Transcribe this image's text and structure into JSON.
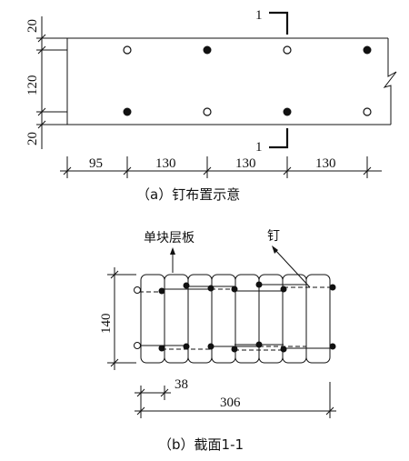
{
  "figure_a": {
    "caption": "（a）钉布置示意",
    "section_mark": "1",
    "horizontal_dims": [
      "95",
      "130",
      "130",
      "130"
    ],
    "vertical_dims": [
      "20",
      "120",
      "20"
    ]
  },
  "figure_b": {
    "caption": "（b）截面1-1",
    "label_plank": "单块层板",
    "label_nail": "钉",
    "height_dim": "140",
    "plank_width_dim": "38",
    "total_width_dim": "306"
  }
}
